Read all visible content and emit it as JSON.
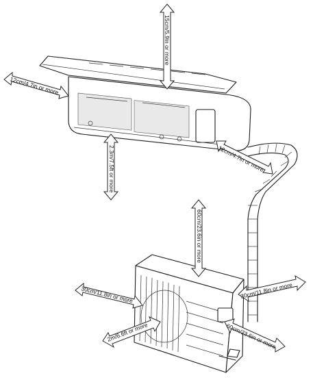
{
  "clearances": {
    "top": "15cm/5.9in or more",
    "left_indoor": "12cm/4.7in or more",
    "floor": "2.3m/7.5ft or more",
    "right_indoor": "12cm/4.7in or more",
    "outdoor_top": "60cm/23.6in or more",
    "outdoor_left": "30cm/11.8in or more",
    "outdoor_right": "30cm/11.8in or more",
    "outdoor_front": "2m/6.6ft or more",
    "outdoor_back": "60cm/23.6in or more"
  }
}
